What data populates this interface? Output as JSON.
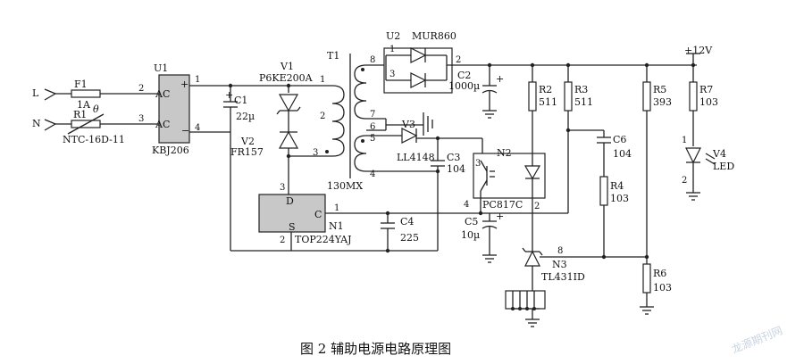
{
  "caption": "图 2   辅助电源电路原理图",
  "watermark": "龙源期刊网",
  "inputs": {
    "line": "L",
    "neutral": "N"
  },
  "components": {
    "F1": {
      "ref": "F1",
      "value": "1A"
    },
    "R1": {
      "ref": "R1",
      "value": "NTC-16D-11",
      "symbol": "θ"
    },
    "U1": {
      "ref": "U1",
      "part": "KBJ206",
      "pin_ac": "AC",
      "pin_plus": "+",
      "pin_minus": "−"
    },
    "C1": {
      "ref": "C1",
      "value": "22µ"
    },
    "V1": {
      "ref": "V1",
      "part": "P6KE200A"
    },
    "V2": {
      "ref": "V2",
      "part": "FR157"
    },
    "T1": {
      "ref": "T1",
      "part": "130MX"
    },
    "U2": {
      "ref": "U2",
      "part": "MUR860"
    },
    "C2": {
      "ref": "C2",
      "value": "1000µ"
    },
    "V3": {
      "ref": "V3",
      "part": "LL4148"
    },
    "C3": {
      "ref": "C3",
      "value": "104"
    },
    "N1": {
      "ref": "N1",
      "part": "TOP224YAJ",
      "pin_d": "D",
      "pin_s": "S",
      "pin_c": "C"
    },
    "C4": {
      "ref": "C4",
      "value": "225"
    },
    "N2": {
      "ref": "N2",
      "part": "PC817C"
    },
    "C5": {
      "ref": "C5",
      "value": "10µ"
    },
    "R2": {
      "ref": "R2",
      "value": "511"
    },
    "R3": {
      "ref": "R3",
      "value": "511"
    },
    "C6": {
      "ref": "C6",
      "value": "104"
    },
    "R4": {
      "ref": "R4",
      "value": "103"
    },
    "N3": {
      "ref": "N3",
      "part": "TL431ID"
    },
    "R5": {
      "ref": "R5",
      "value": "393"
    },
    "R6": {
      "ref": "R6",
      "value": "103"
    },
    "R7": {
      "ref": "R7",
      "value": "103"
    },
    "V4": {
      "ref": "V4",
      "part": "LED"
    }
  },
  "rail": "+12V",
  "pins": {
    "p1": "1",
    "p2": "2",
    "p3": "3",
    "p4": "4",
    "p5": "5",
    "p6": "6",
    "p7": "7",
    "p8": "8"
  },
  "polarity": "+"
}
